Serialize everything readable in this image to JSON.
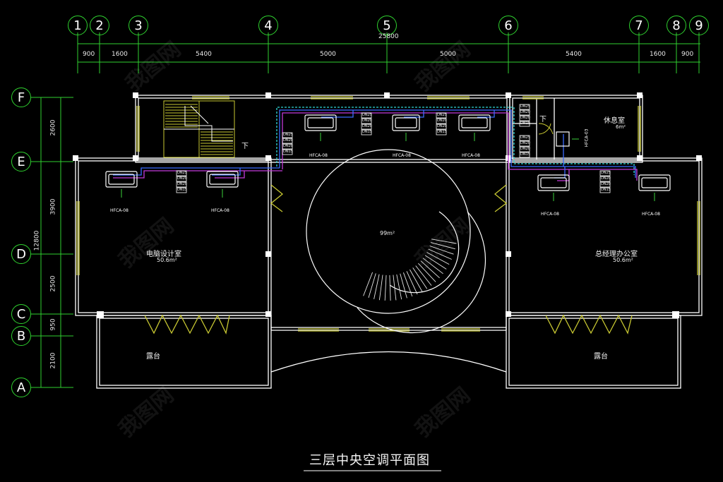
{
  "drawing": {
    "title": "三层中央空调平面图",
    "total_width_dim": "25800",
    "total_height_dim": "12800"
  },
  "axes_top": [
    {
      "label": "1"
    },
    {
      "label": "2"
    },
    {
      "label": "3"
    },
    {
      "label": "4"
    },
    {
      "label": "5"
    },
    {
      "label": "6"
    },
    {
      "label": "7"
    },
    {
      "label": "8"
    },
    {
      "label": "9"
    }
  ],
  "axes_left": [
    {
      "label": "F"
    },
    {
      "label": "E"
    },
    {
      "label": "D"
    },
    {
      "label": "C"
    },
    {
      "label": "B"
    },
    {
      "label": "A"
    }
  ],
  "dims_top": [
    "900",
    "1600",
    "5400",
    "5000",
    "5000",
    "5400",
    "1600",
    "900"
  ],
  "dims_left": [
    "2600",
    "3900",
    "2500",
    "950",
    "2100"
  ],
  "rooms": {
    "left_office": {
      "name": "电脑设计室",
      "area": "50.6m²"
    },
    "right_office": {
      "name": "总经理办公室",
      "area": "50.6m²"
    },
    "atrium": {
      "area": "99m²"
    },
    "small_room": {
      "name": "休息室",
      "area": "6m²"
    },
    "left_balcony": {
      "name": "露台"
    },
    "right_balcony": {
      "name": "露台"
    },
    "stair_down": "下",
    "stair_down2": "下"
  },
  "units": [
    {
      "tag": "HFCA-08"
    },
    {
      "tag": "HFCA-08"
    },
    {
      "tag": "HFCA-08"
    },
    {
      "tag": "HFCA-08"
    },
    {
      "tag": "HFCA-08"
    },
    {
      "tag": "HFCA-08"
    },
    {
      "tag": "HFCA-08"
    },
    {
      "tag": "HFCA-03"
    }
  ],
  "pipe_tags": [
    "DN25",
    "DN20",
    "DN20",
    "DN15"
  ],
  "colors": {
    "background": "#000000",
    "axis": "#2fd12f",
    "wall": "#ffffff",
    "window": "#c8c832",
    "pipe_blue": "#3a6bff",
    "pipe_cyan": "#2fd6d6",
    "pipe_magenta": "#c23ad9",
    "stairs": "#e6e6e6",
    "unit_green": "#3ad13a"
  },
  "watermark": "我图网"
}
